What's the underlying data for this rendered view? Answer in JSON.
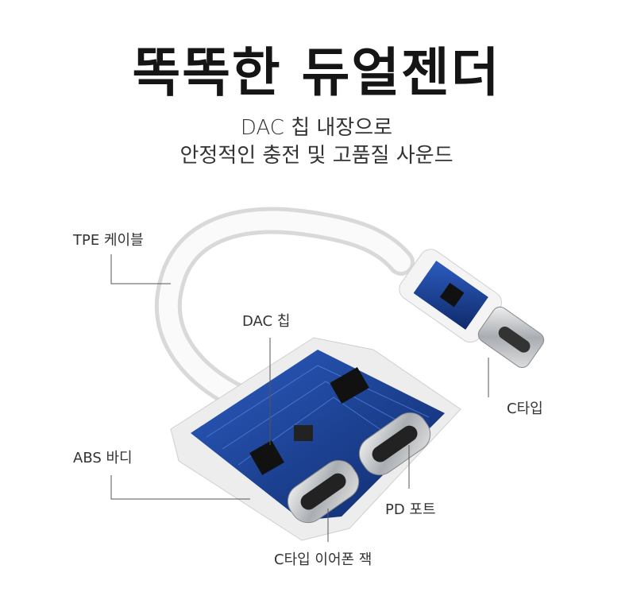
{
  "header": {
    "title": "똑똑한 듀얼젠더",
    "subtitle_line1": "DAC 칩 내장으로",
    "subtitle_line2": "안정적인 충전 및 고품질 사운드"
  },
  "callouts": {
    "cable": "TPE 케이블",
    "dac_chip": "DAC 칩",
    "c_type": "C타입",
    "body": "ABS 바디",
    "pd_port": "PD 포트",
    "earphone_jack": "C타입 이어폰 잭"
  },
  "colors": {
    "pcb": "#1a3f8f",
    "body": "#f2f2f2",
    "text": "#151515"
  }
}
